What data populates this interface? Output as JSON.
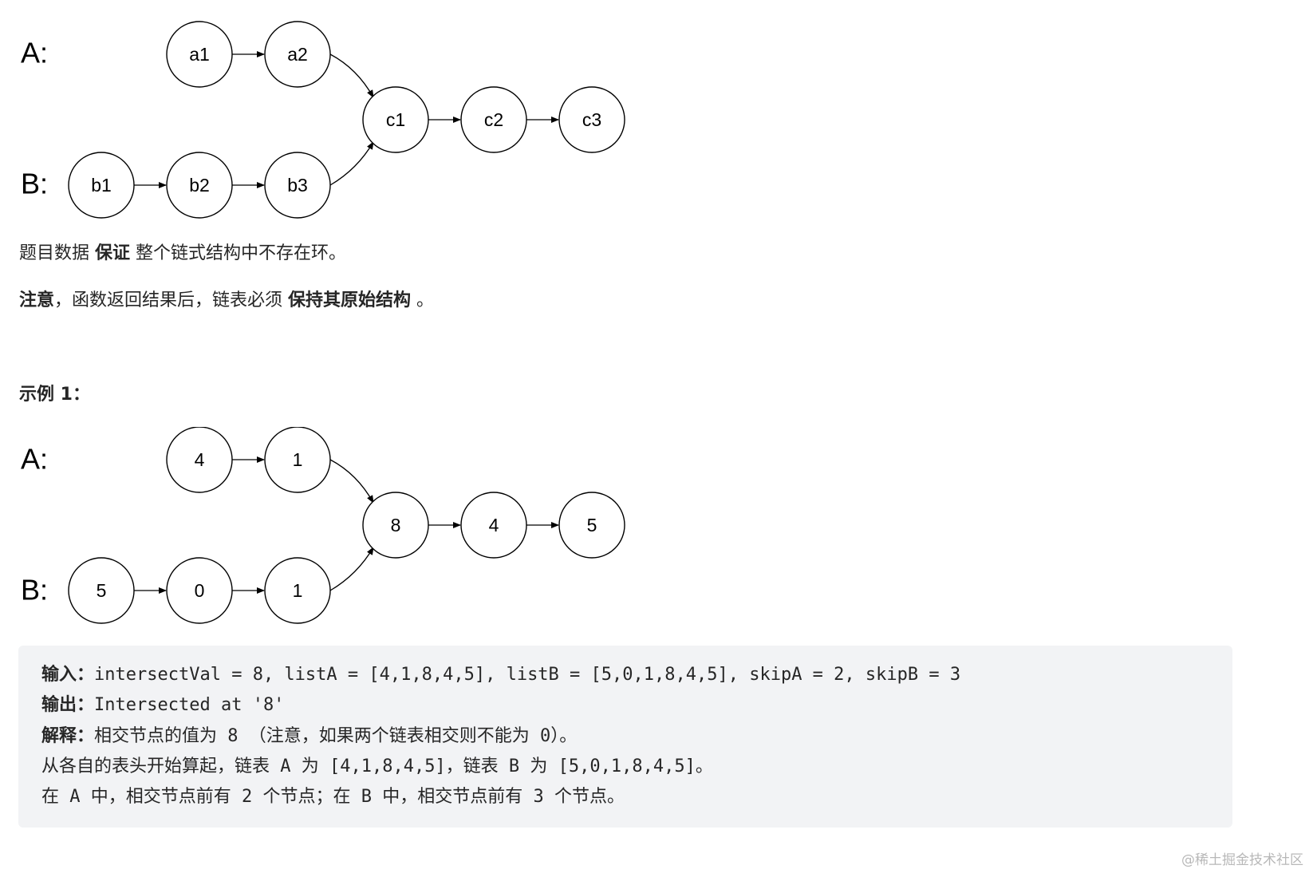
{
  "diagram1": {
    "label_a": "A:",
    "label_b": "B:",
    "nodes": [
      "a1",
      "a2",
      "b1",
      "b2",
      "b3",
      "c1",
      "c2",
      "c3"
    ]
  },
  "diagram2": {
    "label_a": "A:",
    "label_b": "B:",
    "nodes": [
      "4",
      "1",
      "5",
      "0",
      "1",
      "8",
      "4",
      "5"
    ]
  },
  "text": {
    "guarantee_pre": "题目数据 ",
    "guarantee_bold": "保证",
    "guarantee_post": " 整个链式结构中不存在环。",
    "note_bold": "注意",
    "note_mid": "，函数返回结果后，链表必须 ",
    "note_bold2": "保持其原始结构",
    "note_post": " 。",
    "example_title": "示例 1："
  },
  "example": {
    "input_label": "输入：",
    "input_value": "intersectVal = 8, listA = [4,1,8,4,5], listB = [5,0,1,8,4,5], skipA = 2, skipB = 3",
    "output_label": "输出：",
    "output_value": "Intersected at '8'",
    "explain_label": "解释：",
    "explain_value": "相交节点的值为 8 （注意，如果两个链表相交则不能为 0）。",
    "line4": "从各自的表头开始算起，链表 A 为 [4,1,8,4,5]，链表 B 为 [5,0,1,8,4,5]。",
    "line5": "在 A 中，相交节点前有 2 个节点；在 B 中，相交节点前有 3 个节点。"
  },
  "watermark": "@稀土掘金技术社区"
}
